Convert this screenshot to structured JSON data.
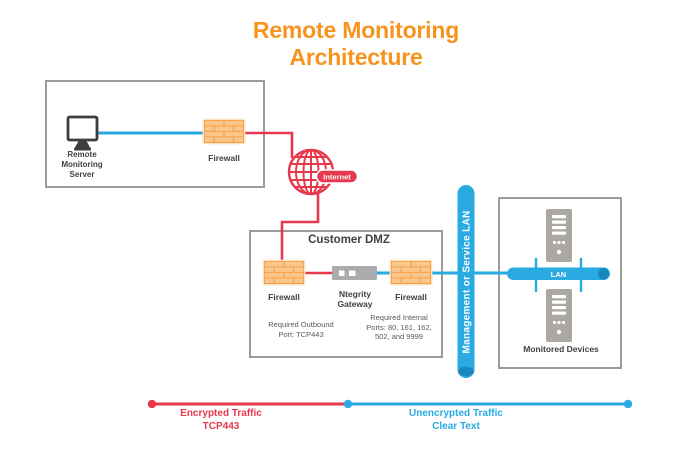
{
  "title": "Remote Monitoring Architecture",
  "colors": {
    "title_orange": "#F7941E",
    "encrypted_red": "#E8384D",
    "unencrypted_blue": "#29ABE2",
    "lan_cap_dark_blue": "#1787BE",
    "box_border_gray": "#9B9B9B",
    "device_gray": "#ABA7A3",
    "firewall_orange": "#F5A14B",
    "firewall_brick_light": "#FBC689",
    "label_dark": "#414042",
    "note_gray": "#58595B"
  },
  "remote_site": {
    "server_label": "Remote\nMonitoring\nServer",
    "firewall_label": "Firewall"
  },
  "internet": {
    "label": "Internet"
  },
  "customer_dmz": {
    "title": "Customer DMZ",
    "firewall_left_label": "Firewall",
    "gateway_label": "Ntegrity\nGateway",
    "firewall_right_label": "Firewall",
    "outbound_note": "Required Outbound\nPort: TCP443",
    "internal_note": "Required Internal\nPorts: 80, 161, 162,\n502, and 9999"
  },
  "management_lan": {
    "label": "Management or Service LAN"
  },
  "monitored": {
    "lan_label": "LAN",
    "title": "Monitored Devices"
  },
  "legend": {
    "encrypted": "Encrypted Traffic\nTCP443",
    "unencrypted": "Unencrypted Traffic\nClear Text"
  }
}
